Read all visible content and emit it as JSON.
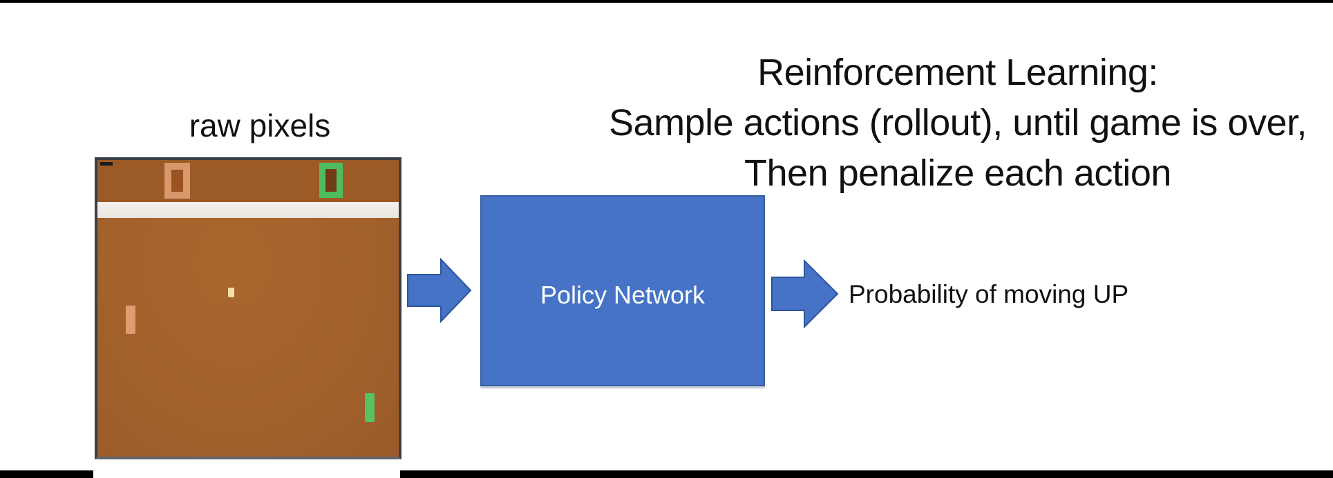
{
  "title": {
    "line1": "Reinforcement Learning:",
    "line2": "Sample actions (rollout), until game is over,",
    "line3": "Then penalize each action"
  },
  "figure": {
    "caption": "raw pixels"
  },
  "policy_box": {
    "label": "Policy Network"
  },
  "output": {
    "label": "Probability of moving UP"
  },
  "icons": {
    "arrow1": "right-block-arrow",
    "arrow2": "right-block-arrow"
  },
  "colors": {
    "accent_blue_fill": "#4673c5",
    "accent_blue_outline": "#2b559e",
    "slide_bar_black": "#000000",
    "pong_field_brown_top": "#9c5a26",
    "pong_field_brown_main": "#a3612b",
    "pong_white_band": "#efece6",
    "pong_border_gray": "#3a3d42",
    "pong_orange_indicator": "#d9976c",
    "pong_green_indicator": "#4fbd5f",
    "pong_left_paddle_orange": "#e09b6f",
    "pong_right_paddle_green": "#58c163",
    "pong_ball_cream": "#f4dfae",
    "text_black": "#111111",
    "policy_text_white": "#ffffff"
  }
}
